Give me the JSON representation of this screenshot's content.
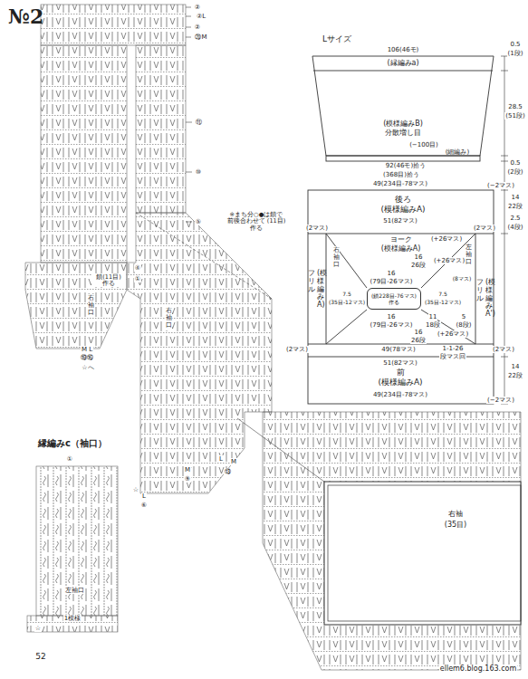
{
  "diagram": {
    "title": "№2",
    "nodes": [
      {
        "text": [
          "(縁編みa)"
        ]
      },
      {
        "text": [
          "(模様編みB)",
          "分散増し目"
        ]
      },
      {
        "text": [
          "(細編み)"
        ]
      },
      {
        "text": [
          "後ろ",
          "(模様編みA)"
        ]
      },
      {
        "text": [
          "ヨーク",
          "(模様編みA)"
        ]
      },
      {
        "text": [
          "(鎖228目-76マス)作る"
        ],
        "in": 4
      },
      {
        "text": [
          "前",
          "(模様編みA)"
        ]
      },
      {
        "text": [
          "フリル",
          "(模様編みA)"
        ]
      },
      {
        "text": [
          "フリル",
          "(模様編みA')"
        ]
      }
    ],
    "labels": [
      "②",
      "②L",
      "②",
      "⑳M",
      "⑪",
      "⑩",
      "⑤",
      "※まち分○●は鎖で 前後合わせて (11目)作る",
      "④",
      "①",
      "鎖(11目) 作る",
      "右袖口",
      "M L",
      "⑲⑯",
      "☆へ",
      "右袖口",
      "L",
      "M",
      "⑬",
      "M",
      "⑨",
      "☆",
      "L",
      "⑥",
      "縁編みc（袖口）",
      "①",
      "左袖口",
      "1模様",
      "☆",
      "右袖",
      "(35目)",
      "52",
      "ellem6.blog.163.com",
      "Lサイズ",
      "106(46モ)",
      "0.5",
      "(1段)",
      "28.5",
      "(51段)",
      "(−100目)",
      "0.5",
      "(2段)",
      "92(46モ)拾う",
      "(368目)拾う",
      "49(234目-78マス)",
      "(−2マス)",
      "14",
      "22段",
      "51(82マス)",
      "2.5",
      "(4段)",
      "(2マス)",
      "(2マス)",
      "(+26マス)",
      "16",
      "26段",
      "(+26マス)",
      "16",
      "(79目-26マス)",
      "7.5",
      "(35目-12マス)",
      "7.5",
      "(35目-12マス)",
      "(8マス)",
      "右袖口",
      "左袖口",
      "16",
      "(79目-26マス)",
      "11",
      "18段",
      "5",
      "(8段)",
      "16",
      "26段",
      "(+26マス)",
      "1-1-26",
      "段マス回",
      "(2マス)",
      "(2マス)",
      "49(78マス)",
      "51(82マス)",
      "49(234目-78マス)",
      "14",
      "22段",
      "(−2マス)"
    ]
  }
}
